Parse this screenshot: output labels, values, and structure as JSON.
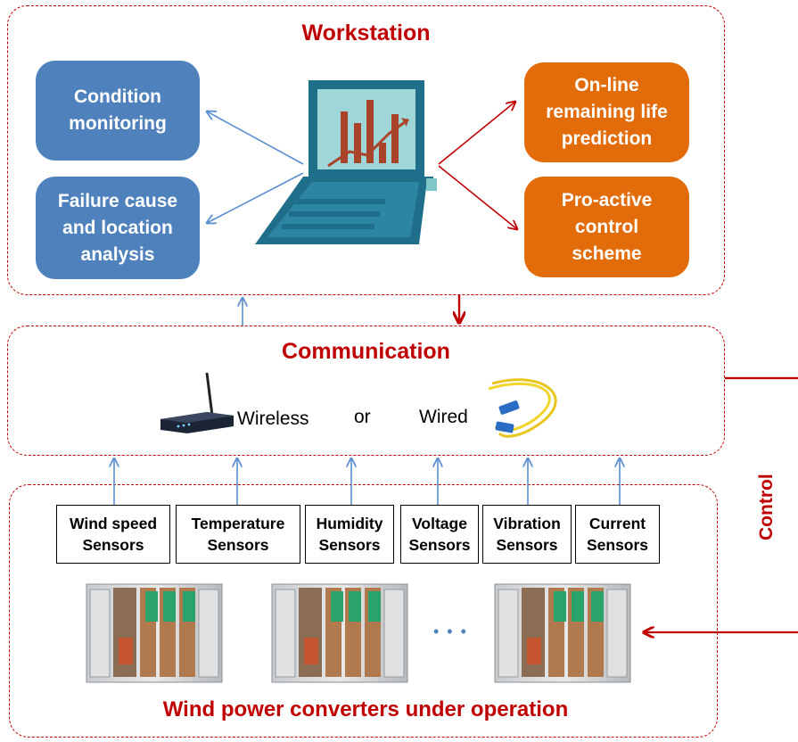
{
  "workstation": {
    "title": "Workstation",
    "left_boxes": [
      "Condition\nmonitoring",
      "Failure cause\nand location\nanalysis"
    ],
    "right_boxes": [
      "On-line\nremaining life\nprediction",
      "Pro-active\ncontrol\nscheme"
    ]
  },
  "communication": {
    "title": "Communication",
    "wireless_label": "Wireless",
    "or_label": "or",
    "wired_label": "Wired"
  },
  "sensors": [
    "Wind speed\nSensors",
    "Temperature\nSensors",
    "Humidity\nSensors",
    "Voltage\nSensors",
    "Vibration\nSensors",
    "Current\nSensors"
  ],
  "converters": {
    "title": "Wind power converters under operation",
    "ellipsis": "• • •"
  },
  "control_label": "Control",
  "icons": [
    "laptop-chart-icon",
    "wireless-router-icon",
    "fiber-cable-icon",
    "converter-cabinet-icon"
  ],
  "colors": {
    "red": "#c00000",
    "blue_box": "#4f81bd",
    "orange_box": "#e36c0a",
    "blue_arrow": "#5b8fd0",
    "red_arrow": "#c00000"
  }
}
